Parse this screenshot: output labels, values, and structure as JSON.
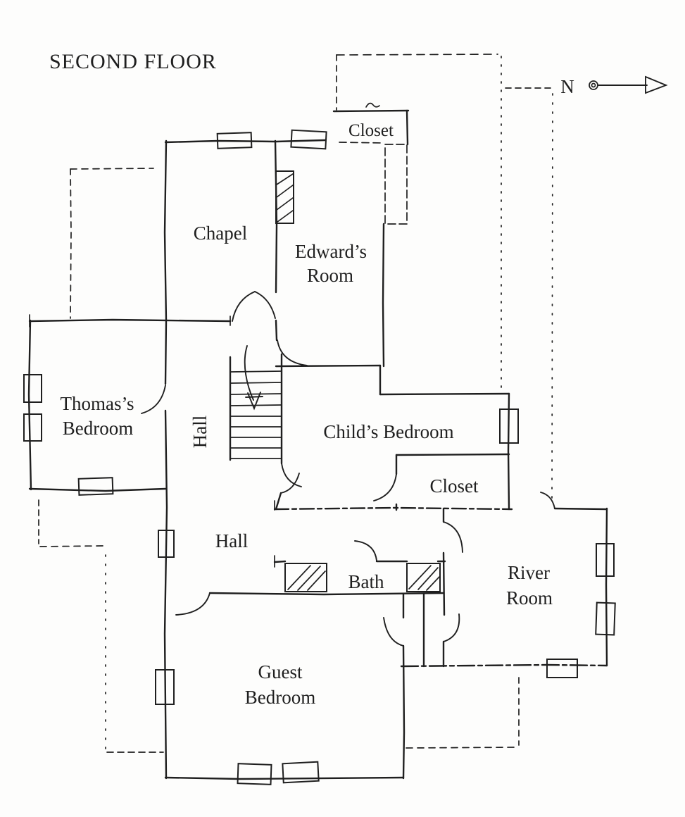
{
  "title": "SECOND FLOOR",
  "compass": {
    "north_label": "N"
  },
  "rooms": {
    "closet_top": "Closet",
    "chapel": "Chapel",
    "edwards_line1": "Edward’s",
    "edwards_line2": "Room",
    "thomas_line1": "Thomas’s",
    "thomas_line2": "Bedroom",
    "hall_upper": "Hall",
    "childs": "Child’s Bedroom",
    "closet_mid": "Closet",
    "hall_lower": "Hall",
    "bath": "Bath",
    "river_line1": "River",
    "river_line2": "Room",
    "guest_line1": "Guest",
    "guest_line2": "Bedroom"
  },
  "colors": {
    "ink": "#1f1f1f",
    "paper": "#fdfdfc"
  }
}
